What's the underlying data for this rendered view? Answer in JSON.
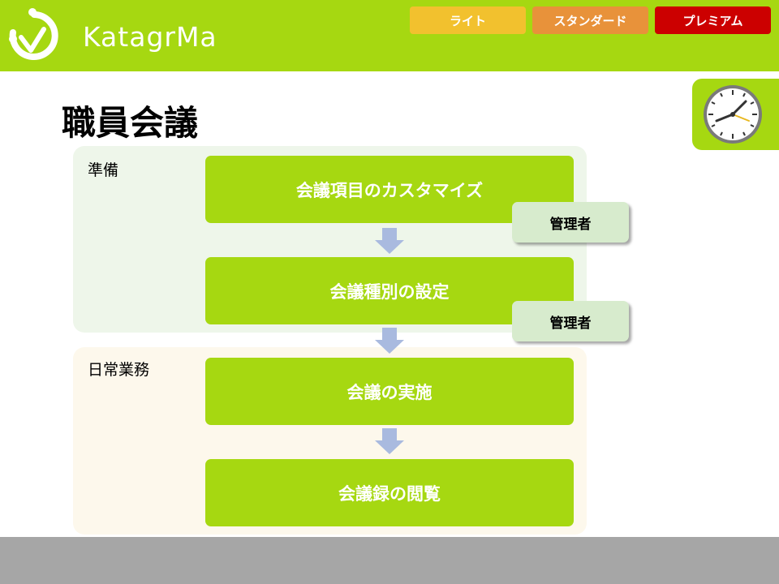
{
  "brand": {
    "name": "KatagrMa"
  },
  "plans": {
    "lite": "ライト",
    "standard": "スタンダード",
    "premium": "プレミアム"
  },
  "page": {
    "title": "職員会議"
  },
  "sections": [
    {
      "label": "準備"
    },
    {
      "label": "日常業務"
    }
  ],
  "steps": [
    {
      "label": "会議項目のカスタマイズ",
      "role": "管理者"
    },
    {
      "label": "会議種別の設定",
      "role": "管理者"
    },
    {
      "label": "会議の実施"
    },
    {
      "label": "会議録の閲覧"
    }
  ],
  "icons": {
    "logo": "katagrma-logo-icon",
    "clock": "clock-icon",
    "flow_arrow": "arrow-down-icon"
  },
  "colors": {
    "accent": "#a6d811",
    "lite": "#f2c12e",
    "standard": "#e8923a",
    "premium": "#cc0000",
    "arrow": "#a9badf"
  }
}
